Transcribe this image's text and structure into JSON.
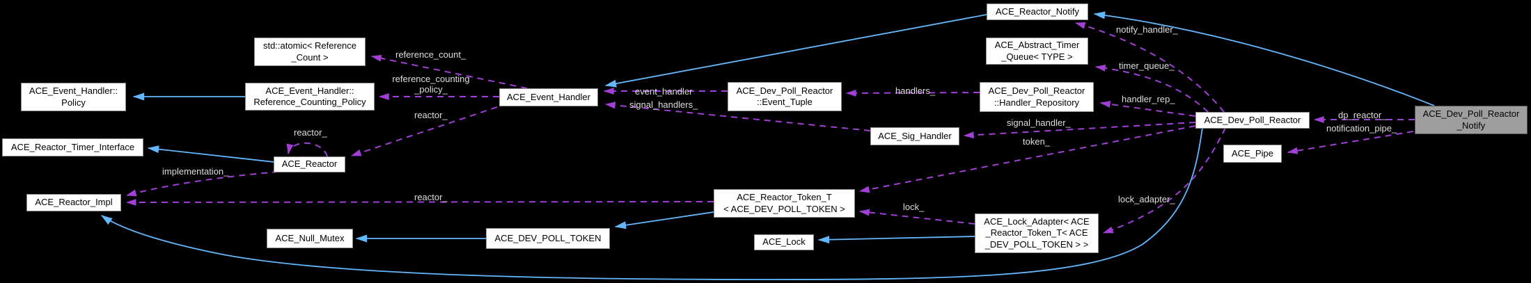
{
  "colors": {
    "background": "#000000",
    "node_fill": "#ffffff",
    "node_border": "#8c8c8c",
    "node_text": "#000000",
    "highlight_fill": "#9e9e9e",
    "highlight_border": "#545454",
    "inheritance_edge": "#63b8ff",
    "usage_edge": "#a13fd6",
    "label_text": "#dedede"
  },
  "nodes": {
    "std_atomic": {
      "line1": "std::atomic< Reference",
      "line2": "_Count >"
    },
    "eh_policy": {
      "line1": "ACE_Event_Handler::",
      "line2": "Policy"
    },
    "eh_ref_counting_policy": {
      "line1": "ACE_Event_Handler::",
      "line2": "Reference_Counting_Policy"
    },
    "event_handler": {
      "line1": "ACE_Event_Handler"
    },
    "event_tuple": {
      "line1": "ACE_Dev_Poll_Reactor",
      "line2": "::Event_Tuple"
    },
    "handler_repository": {
      "line1": "ACE_Dev_Poll_Reactor",
      "line2": "::Handler_Repository"
    },
    "reactor_notify": {
      "line1": "ACE_Reactor_Notify"
    },
    "abstract_timer_queue": {
      "line1": "ACE_Abstract_Timer",
      "line2": "_Queue< TYPE >"
    },
    "sig_handler": {
      "line1": "ACE_Sig_Handler"
    },
    "dev_poll_reactor": {
      "line1": "ACE_Dev_Poll_Reactor"
    },
    "dev_poll_reactor_notify": {
      "line1": "ACE_Dev_Poll_Reactor",
      "line2": "_Notify"
    },
    "ace_pipe": {
      "line1": "ACE_Pipe"
    },
    "reactor_timer_interface": {
      "line1": "ACE_Reactor_Timer_Interface"
    },
    "ace_reactor": {
      "line1": "ACE_Reactor"
    },
    "reactor_impl": {
      "line1": "ACE_Reactor_Impl"
    },
    "reactor_token": {
      "line1": "ACE_Reactor_Token_T",
      "line2": "< ACE_DEV_POLL_TOKEN >"
    },
    "lock_adapter": {
      "line1": "ACE_Lock_Adapter< ACE",
      "line2": "_Reactor_Token_T< ACE",
      "line3": "_DEV_POLL_TOKEN > >"
    },
    "null_mutex": {
      "line1": "ACE_Null_Mutex"
    },
    "dev_poll_token": {
      "line1": "ACE_DEV_POLL_TOKEN"
    },
    "ace_lock": {
      "line1": "ACE_Lock"
    }
  },
  "edge_labels": {
    "reference_count": "reference_count_",
    "reference_counting_line1": "reference_counting",
    "reference_counting_line2": "_policy_",
    "reactor_eh": "reactor_",
    "reactor_self": "reactor_",
    "implementation": "implementation_",
    "reactor_impl_member": "reactor_",
    "event_handler": "event_handler",
    "signal_handlers": "signal_handlers_",
    "handlers": "handlers_",
    "notify_handler": "notify_handler_",
    "timer_queue": "timer_queue_",
    "handler_rep": "handler_rep_",
    "signal_handler": "signal_handler_",
    "token": "token_",
    "lock": "lock_",
    "lock_adapter": "lock_adapter_",
    "dp_reactor": "dp_reactor_",
    "notification_pipe": "notification_pipe_"
  }
}
